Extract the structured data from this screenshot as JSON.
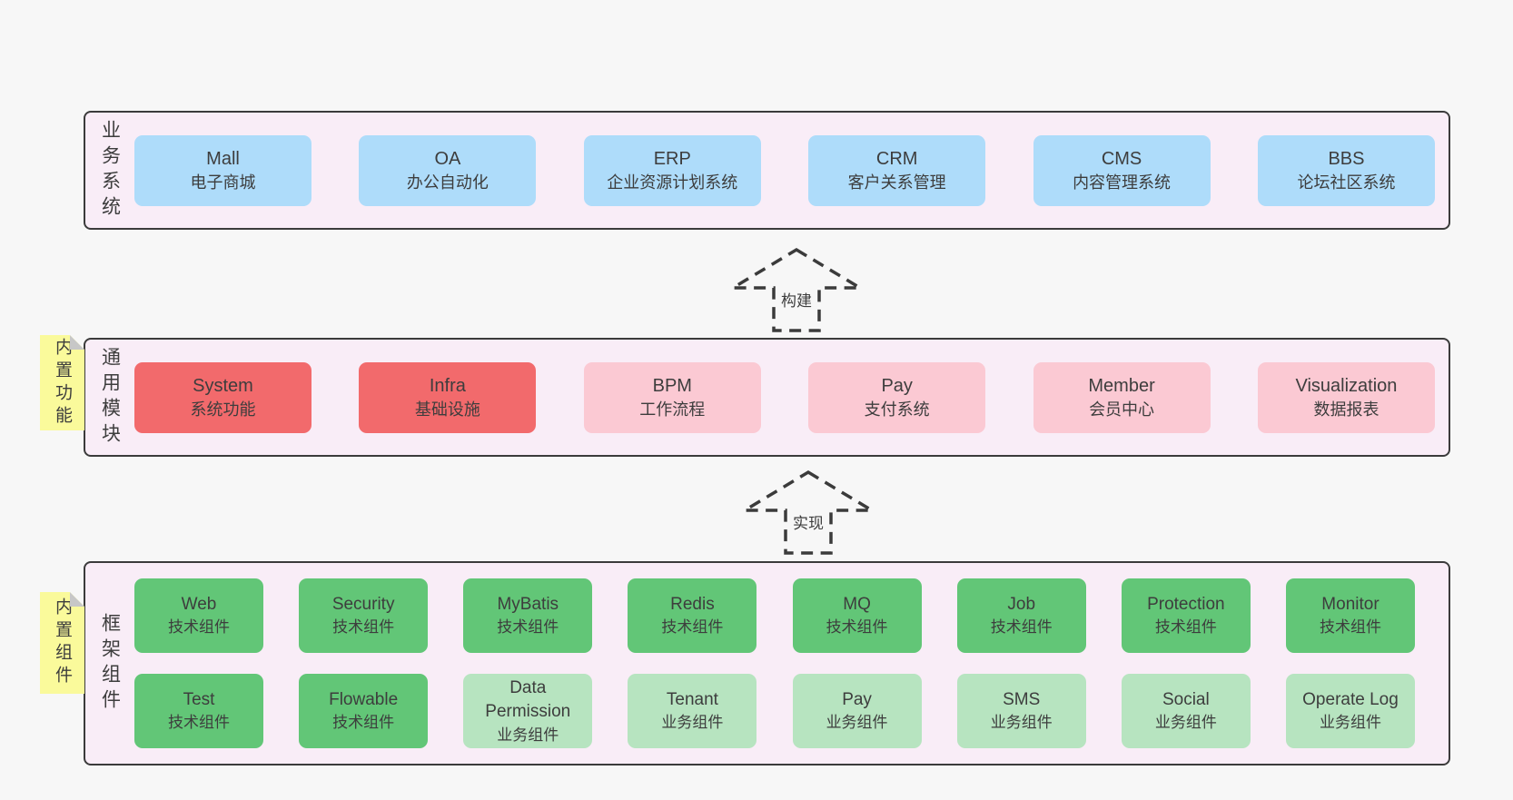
{
  "colors": {
    "bg": "#f7f7f7",
    "panel": "#f9edf7",
    "border": "#3b3b3b",
    "text": "#3d3d3d",
    "blue": "#aedcfa",
    "red": "#f26a6c",
    "pink": "#fbc9d3",
    "green_dark": "#62c677",
    "green_light": "#b7e4c0",
    "yellow": "#fafa9b",
    "fold": "#c7c7c7"
  },
  "arrows": {
    "build": "构建",
    "implement": "实现"
  },
  "layers": {
    "business": {
      "label": "业务系统",
      "boxes": [
        {
          "title": "Mall",
          "subtitle": "电子商城",
          "variant": "blue"
        },
        {
          "title": "OA",
          "subtitle": "办公自动化",
          "variant": "blue"
        },
        {
          "title": "ERP",
          "subtitle": "企业资源计划系统",
          "variant": "blue"
        },
        {
          "title": "CRM",
          "subtitle": "客户关系管理",
          "variant": "blue"
        },
        {
          "title": "CMS",
          "subtitle": "内容管理系统",
          "variant": "blue"
        },
        {
          "title": "BBS",
          "subtitle": "论坛社区系统",
          "variant": "blue"
        }
      ]
    },
    "modules": {
      "label": "通用模块",
      "note": "内置功能",
      "boxes": [
        {
          "title": "System",
          "subtitle": "系统功能",
          "variant": "red"
        },
        {
          "title": "Infra",
          "subtitle": "基础设施",
          "variant": "red"
        },
        {
          "title": "BPM",
          "subtitle": "工作流程",
          "variant": "pink"
        },
        {
          "title": "Pay",
          "subtitle": "支付系统",
          "variant": "pink"
        },
        {
          "title": "Member",
          "subtitle": "会员中心",
          "variant": "pink"
        },
        {
          "title": "Visualization",
          "subtitle": "数据报表",
          "variant": "pink"
        }
      ]
    },
    "framework": {
      "label": "框架组件",
      "note": "内置组件",
      "row1": [
        {
          "title": "Web",
          "subtitle": "技术组件",
          "variant": "green_dark"
        },
        {
          "title": "Security",
          "subtitle": "技术组件",
          "variant": "green_dark"
        },
        {
          "title": "MyBatis",
          "subtitle": "技术组件",
          "variant": "green_dark"
        },
        {
          "title": "Redis",
          "subtitle": "技术组件",
          "variant": "green_dark"
        },
        {
          "title": "MQ",
          "subtitle": "技术组件",
          "variant": "green_dark"
        },
        {
          "title": "Job",
          "subtitle": "技术组件",
          "variant": "green_dark"
        },
        {
          "title": "Protection",
          "subtitle": "技术组件",
          "variant": "green_dark"
        },
        {
          "title": "Monitor",
          "subtitle": "技术组件",
          "variant": "green_dark"
        }
      ],
      "row2": [
        {
          "title": "Test",
          "subtitle": "技术组件",
          "variant": "green_dark"
        },
        {
          "title": "Flowable",
          "subtitle": "技术组件",
          "variant": "green_dark"
        },
        {
          "title": "Data Permission",
          "subtitle": "业务组件",
          "variant": "green_light"
        },
        {
          "title": "Tenant",
          "subtitle": "业务组件",
          "variant": "green_light"
        },
        {
          "title": "Pay",
          "subtitle": "业务组件",
          "variant": "green_light"
        },
        {
          "title": "SMS",
          "subtitle": "业务组件",
          "variant": "green_light"
        },
        {
          "title": "Social",
          "subtitle": "业务组件",
          "variant": "green_light"
        },
        {
          "title": "Operate Log",
          "subtitle": "业务组件",
          "variant": "green_light"
        }
      ]
    }
  }
}
